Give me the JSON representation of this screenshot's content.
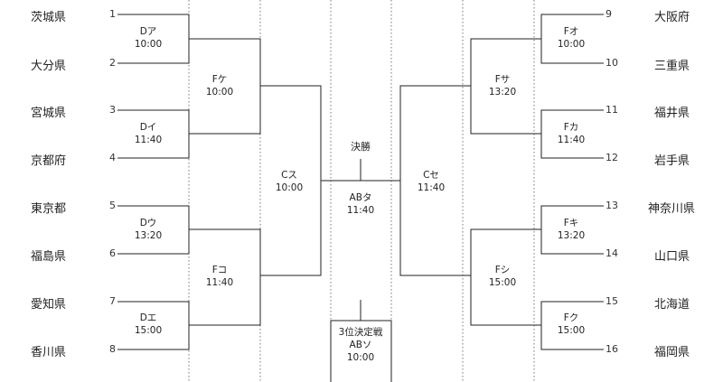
{
  "teams_left": [
    {
      "seed": "1",
      "name": "茨城県"
    },
    {
      "seed": "2",
      "name": "大分県"
    },
    {
      "seed": "3",
      "name": "宮城県"
    },
    {
      "seed": "4",
      "name": "京都府"
    },
    {
      "seed": "5",
      "name": "東京都"
    },
    {
      "seed": "6",
      "name": "福島県"
    },
    {
      "seed": "7",
      "name": "愛知県"
    },
    {
      "seed": "8",
      "name": "香川県"
    }
  ],
  "teams_right": [
    {
      "seed": "9",
      "name": "大阪府"
    },
    {
      "seed": "10",
      "name": "三重県"
    },
    {
      "seed": "11",
      "name": "福井県"
    },
    {
      "seed": "12",
      "name": "岩手県"
    },
    {
      "seed": "13",
      "name": "神奈川県"
    },
    {
      "seed": "14",
      "name": "山口県"
    },
    {
      "seed": "15",
      "name": "北海道"
    },
    {
      "seed": "16",
      "name": "福岡県"
    }
  ],
  "matches": {
    "da": {
      "code": "Dア",
      "time": "10:00"
    },
    "di": {
      "code": "Dイ",
      "time": "11:40"
    },
    "du": {
      "code": "Dウ",
      "time": "13:20"
    },
    "de": {
      "code": "Dエ",
      "time": "15:00"
    },
    "fo": {
      "code": "Fオ",
      "time": "10:00"
    },
    "fka": {
      "code": "Fカ",
      "time": "11:40"
    },
    "fki": {
      "code": "Fキ",
      "time": "13:20"
    },
    "fku": {
      "code": "Fク",
      "time": "15:00"
    },
    "fke": {
      "code": "Fケ",
      "time": "10:00"
    },
    "fko": {
      "code": "Fコ",
      "time": "11:40"
    },
    "fsa": {
      "code": "Fサ",
      "time": "13:20"
    },
    "fshi": {
      "code": "Fシ",
      "time": "15:00"
    },
    "csu": {
      "code": "Cス",
      "time": "10:00"
    },
    "cse": {
      "code": "Cセ",
      "time": "11:40"
    },
    "abta": {
      "code": "ABタ",
      "time": "11:40"
    },
    "abso": {
      "code": "ABソ",
      "time": "10:00"
    }
  },
  "final_label": "決勝",
  "third_place_label": "3位決定戦"
}
